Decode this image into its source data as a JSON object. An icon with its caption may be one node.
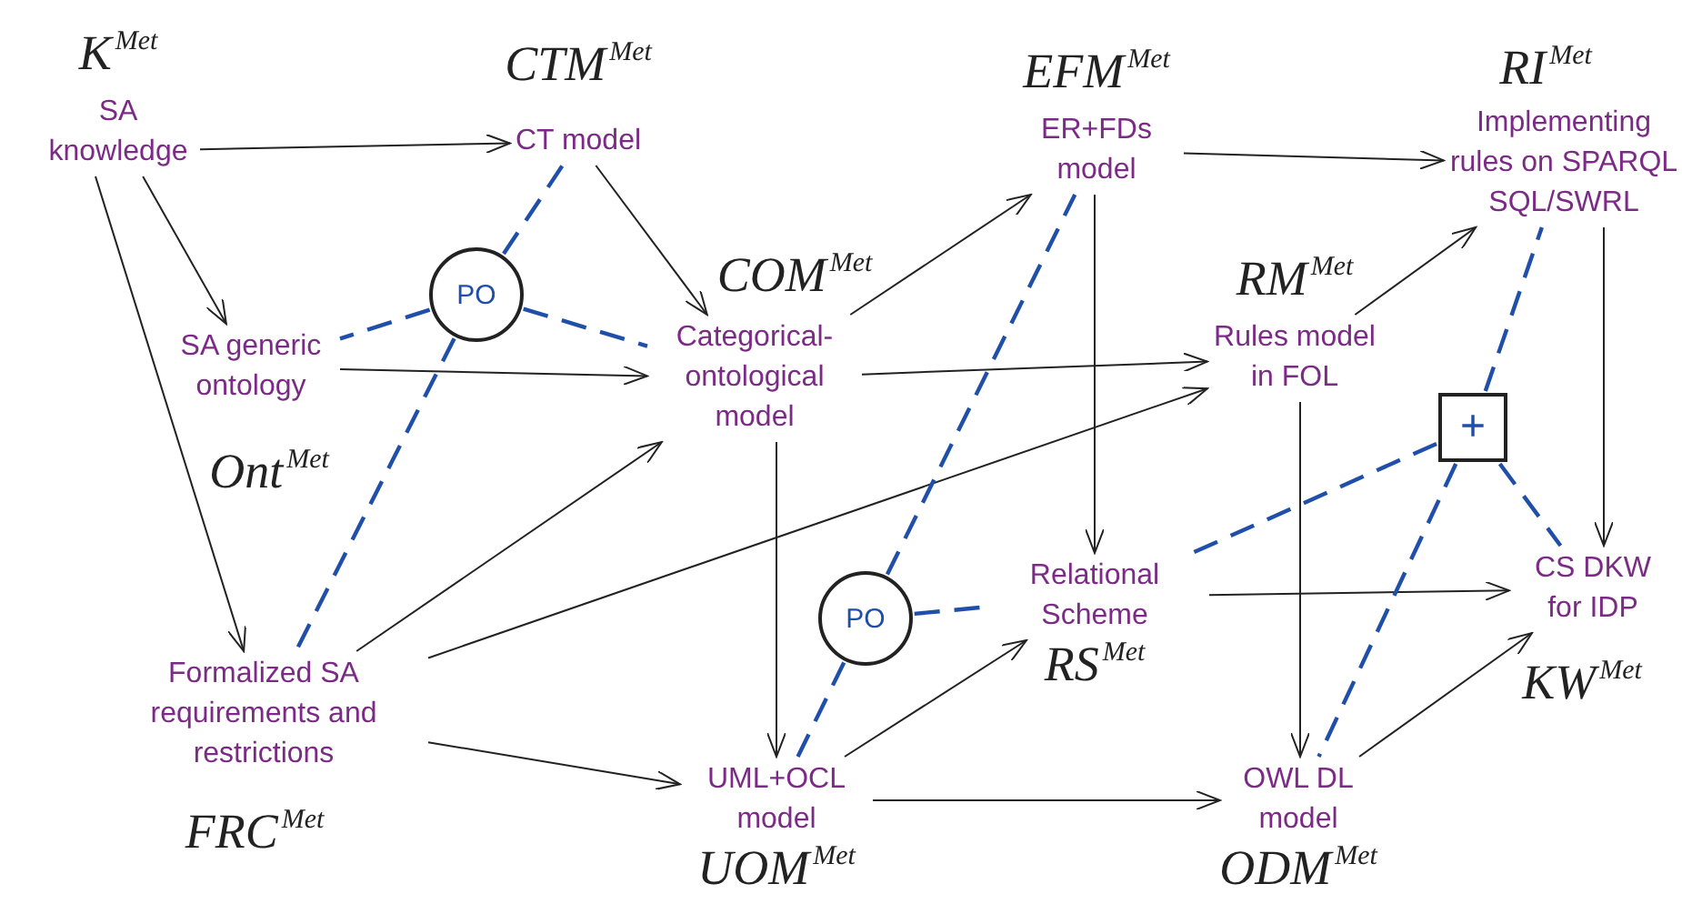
{
  "diagram": {
    "nodes": [
      {
        "text": [
          "K$^{Met}$",
          "SA knowledge"
        ]
      },
      {
        "text": [
          "CTM$^{Met}$",
          "CT model"
        ]
      },
      {
        "text": [
          "SA generic ontology",
          "Ont$^{Met}$"
        ]
      },
      {
        "text": [
          "COM$^{Met}$",
          "Categorical-ontological model"
        ]
      },
      {
        "text": [
          "EFM$^{Met}$",
          "ER+FDs model"
        ]
      },
      {
        "text": [
          "RI$^{Met}$",
          "Implementing rules on SPARQL SQL/SWRL"
        ]
      },
      {
        "text": [
          "RM$^{Met}$",
          "Rules model in FOL"
        ]
      },
      {
        "text": [
          "Formalized SA requirements and restrictions",
          "FRC$^{Met}$"
        ]
      },
      {
        "text": [
          "Relational Scheme",
          "RS$^{Met}$"
        ]
      },
      {
        "text": [
          "CS DKW for IDP",
          "KW$^{Met}$"
        ]
      },
      {
        "text": [
          "UML+OCL model",
          "UOM$^{Met}$"
        ]
      },
      {
        "text": [
          "OWL DL model",
          "ODM$^{Met}$"
        ]
      },
      {
        "text": [
          "PO"
        ]
      },
      {
        "text": [
          "PO"
        ]
      },
      {
        "text": [
          "+"
        ]
      }
    ],
    "edges": [
      {
        "from": 0,
        "to": 1,
        "arrow": "to"
      },
      {
        "from": 0,
        "to": 2,
        "arrow": "to"
      },
      {
        "from": 0,
        "to": 7,
        "arrow": "to"
      },
      {
        "from": 1,
        "to": 3,
        "arrow": "to"
      },
      {
        "from": 2,
        "to": 3,
        "arrow": "to"
      },
      {
        "from": 7,
        "to": 3,
        "arrow": "to"
      },
      {
        "from": 7,
        "to": 6,
        "arrow": "to"
      },
      {
        "from": 7,
        "to": 10,
        "arrow": "to"
      },
      {
        "from": 3,
        "to": 4,
        "arrow": "to"
      },
      {
        "from": 3,
        "to": 6,
        "arrow": "to"
      },
      {
        "from": 3,
        "to": 10,
        "arrow": "to"
      },
      {
        "from": 4,
        "to": 5,
        "arrow": "to"
      },
      {
        "from": 4,
        "to": 8,
        "arrow": "to"
      },
      {
        "from": 6,
        "to": 5,
        "arrow": "to"
      },
      {
        "from": 6,
        "to": 11,
        "arrow": "to"
      },
      {
        "from": 5,
        "to": 9,
        "arrow": "to"
      },
      {
        "from": 8,
        "to": 9,
        "arrow": "to"
      },
      {
        "from": 10,
        "to": 8,
        "arrow": "to"
      },
      {
        "from": 10,
        "to": 11,
        "arrow": "to"
      },
      {
        "from": 11,
        "to": 9,
        "arrow": "to"
      },
      {
        "from": 12,
        "to": 1,
        "arrow": "none",
        "style": "dashed",
        "color": "#1f4fa8"
      },
      {
        "from": 12,
        "to": 2,
        "arrow": "none",
        "style": "dashed",
        "color": "#1f4fa8"
      },
      {
        "from": 12,
        "to": 3,
        "arrow": "none",
        "style": "dashed",
        "color": "#1f4fa8"
      },
      {
        "from": 12,
        "to": 7,
        "arrow": "none",
        "style": "dashed",
        "color": "#1f4fa8"
      },
      {
        "from": 13,
        "to": 4,
        "arrow": "none",
        "style": "dashed",
        "color": "#1f4fa8"
      },
      {
        "from": 13,
        "to": 8,
        "arrow": "none",
        "style": "dashed",
        "color": "#1f4fa8"
      },
      {
        "from": 13,
        "to": 10,
        "arrow": "none",
        "style": "dashed",
        "color": "#1f4fa8"
      },
      {
        "from": 14,
        "to": 5,
        "arrow": "none",
        "style": "dashed",
        "color": "#1f4fa8"
      },
      {
        "from": 14,
        "to": 8,
        "arrow": "none",
        "style": "dashed",
        "color": "#1f4fa8"
      },
      {
        "from": 14,
        "to": 11,
        "arrow": "none",
        "style": "dashed",
        "color": "#1f4fa8"
      },
      {
        "from": 14,
        "to": 9,
        "arrow": "none",
        "style": "dashed",
        "color": "#1f4fa8"
      }
    ]
  }
}
